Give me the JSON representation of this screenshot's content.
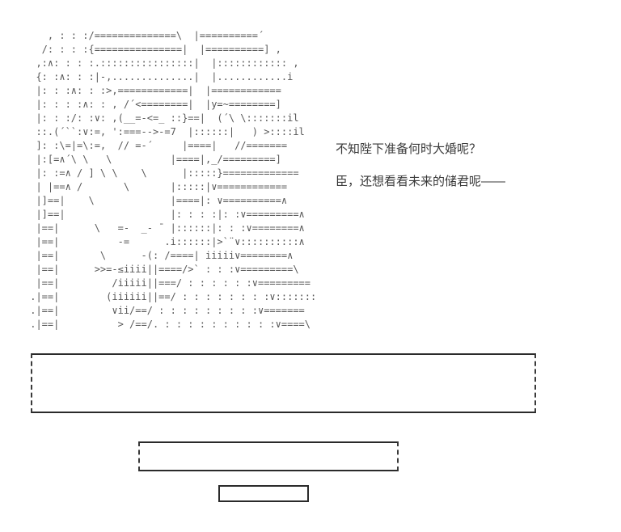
{
  "dialogue": {
    "line1": "不知陛下准备何时大婚呢？",
    "line2": "臣，还想看看未来的储君呢——"
  },
  "ascii_art": {
    "lines": [
      "    , : : :/==============\\  |==========´",
      "   /: : : :{===============|  |==========] ,",
      "  ,:∧: : : :.::::::::::::::::|  |:::::::::::: ,",
      "  {: :∧: : :|-,..............|  |............i",
      "  |: : :∧: : :>,============|  |============",
      "  |: : : :∧: : , /´<========|  |y=~========]",
      "  |: : :/: :∨: ,(__=-<=_ ::}==|  (´\\ \\:::::::il",
      "  ::.(´``:∨:=, ':===-->-=7  |::::::|   ) >::::il",
      "  ]: :\\=|=\\:=,  // =-´     |====|   //=======",
      "  |:[=∧´\\ \\   \\          |====|,_/=========]",
      "  |: :=∧ / ] \\ \\    \\      |:::::}=============",
      "  | |==∧ /       \\       |:::::|∨============",
      "  |]==|    \\             |====|: ∨==========∧",
      "  |]==|                  |: : : :|: :∨=========∧",
      "  |==|      \\   =-  _- ¯ |::::::|: : :∨========∧",
      "  |==|          -=      .i::::::|>`¨∨::::::::::∧",
      "  |==|       \\      -(: /====| iiiii∨========∧",
      "  |==|      >>=-≤iiii||====/>` : : :∨=========\\",
      "  |==|         /iiiii||===/ : : : : : :∨=========",
      " .|==|        (iiiiii||==/ : : : : : : : :∨:::::::",
      " .|==|         ∨ii/==/ : : : : : : : : :∨=======",
      " .|==|          > /==/. : : : : : : : : : :∨====\\"
    ]
  },
  "colors": {
    "background": "#ffffff",
    "art": "#585858",
    "text": "#3a3a3a",
    "box_border": "#2a2a2a"
  }
}
